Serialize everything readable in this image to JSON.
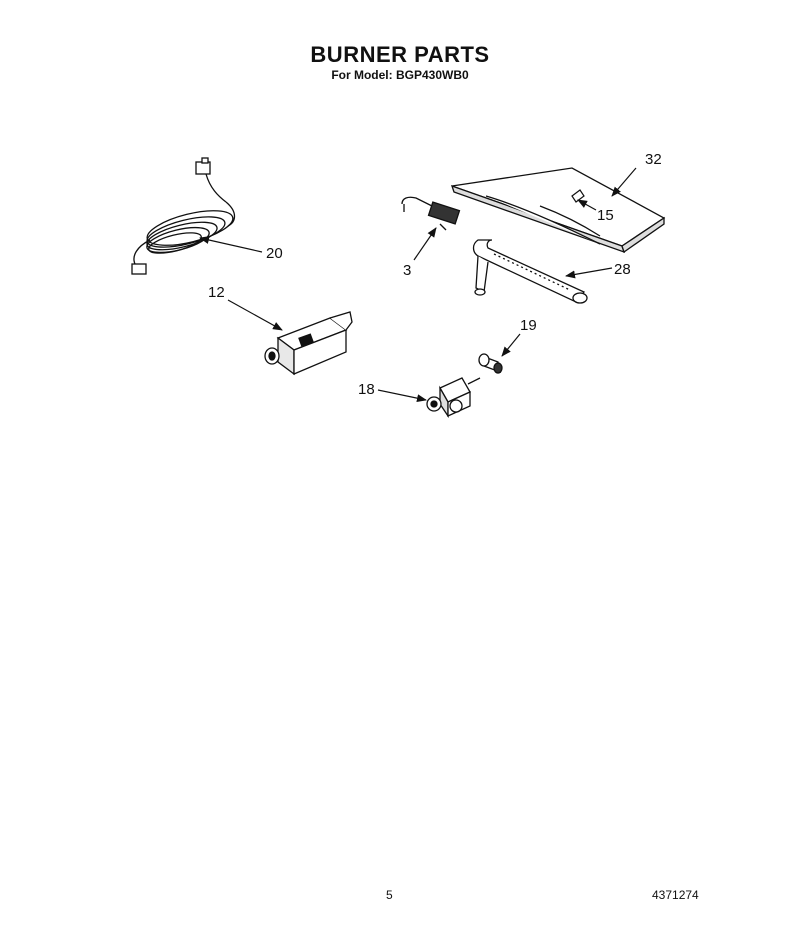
{
  "header": {
    "title": "BURNER PARTS",
    "subtitle": "For Model: BGP430WB0"
  },
  "callouts": {
    "c32": "32",
    "c15": "15",
    "c3": "3",
    "c28": "28",
    "c20": "20",
    "c12": "12",
    "c19": "19",
    "c18": "18"
  },
  "footer": {
    "page_number": "5",
    "document_number": "4371274"
  }
}
